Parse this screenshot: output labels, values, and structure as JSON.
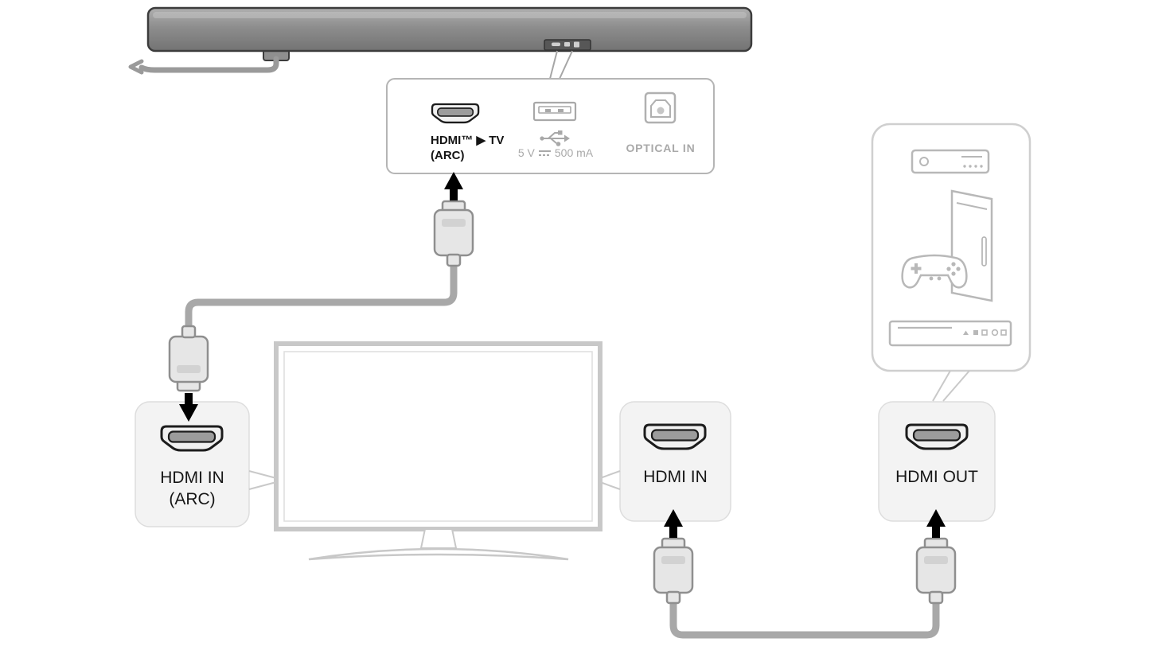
{
  "colors": {
    "background": "#ffffff",
    "soundbar_body": "#8d8d8d",
    "outline_dark": "#3c3c3c",
    "cable_gray": "#a8a8a8",
    "plug_fill": "#e6e6e6",
    "plug_stroke": "#8f8f8f",
    "panel_border": "#b5b5b5",
    "port_box_fill": "#f3f3f3",
    "port_box_border": "#dddddd",
    "tv_outline": "#c8c8c8",
    "device_outline": "#b8b8b8",
    "muted_text": "#a9a9a9",
    "label_text": "#151515",
    "arrow": "#000000"
  },
  "soundbar_panel": {
    "hdmi_port": {
      "line1": "HDMI™ ▶ TV",
      "line2": "(ARC)"
    },
    "usb_port": {
      "volts": "5 V",
      "current": "500 mA"
    },
    "optical_port": {
      "label": "OPTICAL IN"
    }
  },
  "tv": {
    "arc_input": {
      "line1": "HDMI IN",
      "line2": "(ARC)"
    },
    "hdmi_input": {
      "label": "HDMI IN"
    }
  },
  "source_device": {
    "hdmi_output": {
      "label": "HDMI OUT"
    }
  }
}
